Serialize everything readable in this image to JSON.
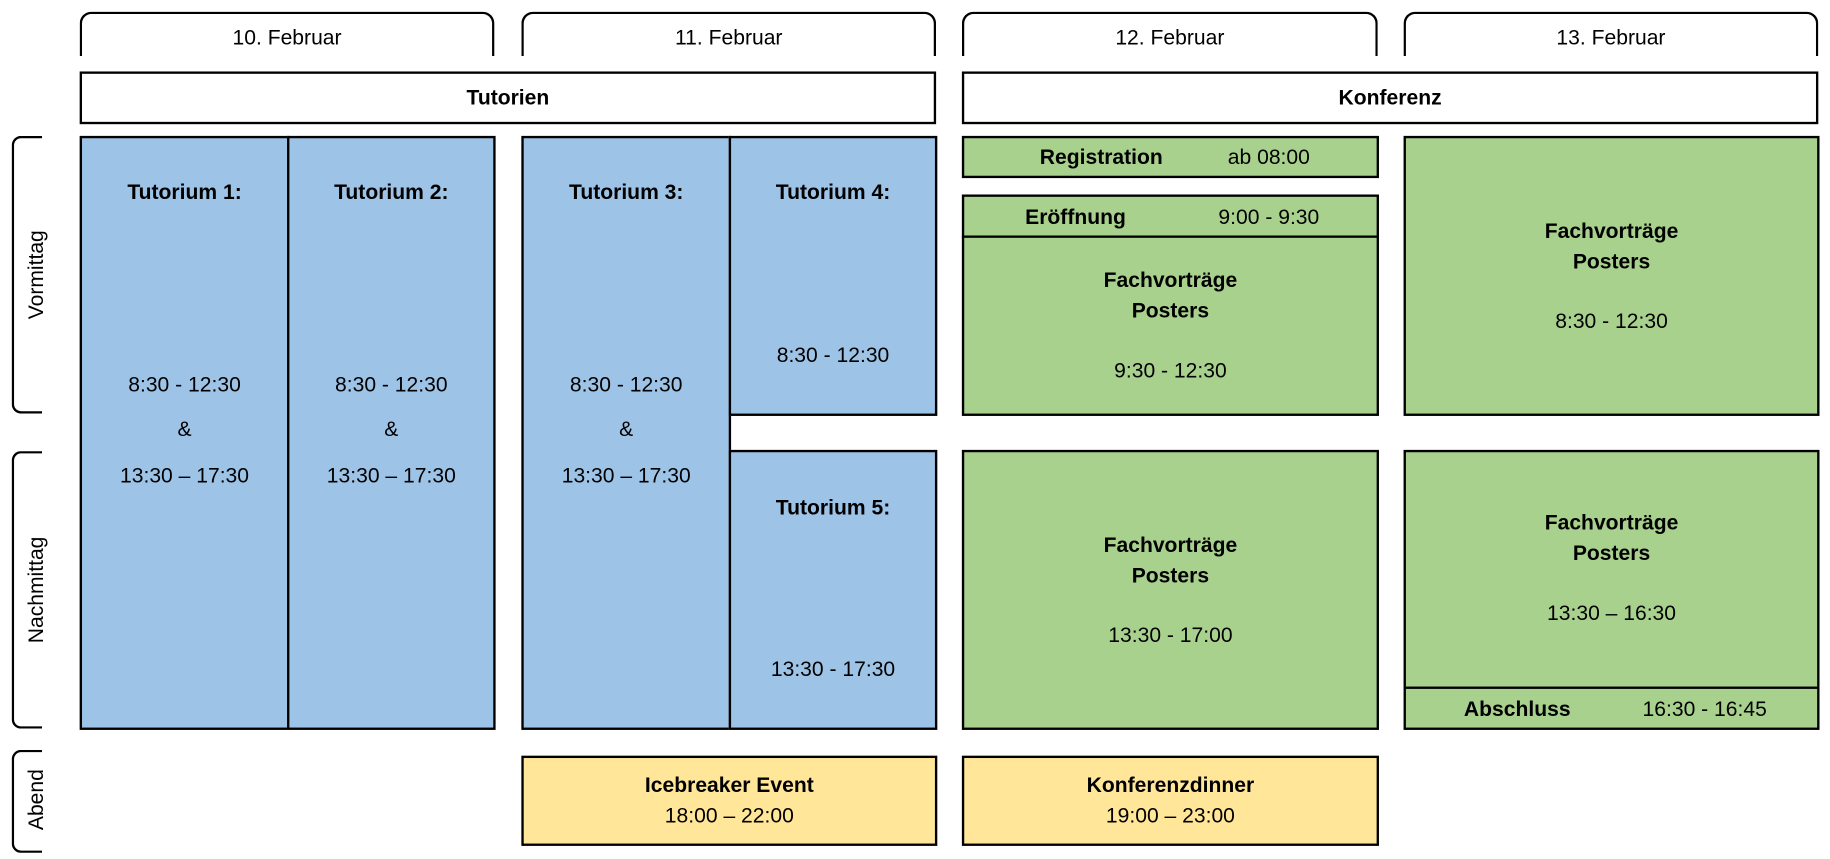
{
  "days": [
    "10. Februar",
    "11. Februar",
    "12. Februar",
    "13. Februar"
  ],
  "sections": {
    "tutorials": "Tutorien",
    "conference": "Konferenz"
  },
  "periods": {
    "morning": "Vormittag",
    "afternoon": "Nachmittag",
    "evening": "Abend"
  },
  "colors": {
    "tutorial": "#9DC3E6",
    "conference": "#A9D18E",
    "evening": "#FFE699"
  },
  "tutorials": {
    "t1": {
      "title": "Tutorium 1:",
      "time1": "8:30 - 12:30",
      "amp": "&",
      "time2": "13:30 – 17:30"
    },
    "t2": {
      "title": "Tutorium 2:",
      "time1": "8:30 - 12:30",
      "amp": "&",
      "time2": "13:30 – 17:30"
    },
    "t3": {
      "title": "Tutorium 3:",
      "time1": "8:30 - 12:30",
      "amp": "&",
      "time2": "13:30 – 17:30"
    },
    "t4": {
      "title": "Tutorium 4:",
      "time": "8:30 - 12:30"
    },
    "t5": {
      "title": "Tutorium 5:",
      "time": "13:30 - 17:30"
    }
  },
  "conference": {
    "registration": {
      "label": "Registration",
      "time": "ab 08:00"
    },
    "opening": {
      "label": "Eröffnung",
      "time": "9:00 - 9:30"
    },
    "d12_morning": {
      "line1": "Fachvorträge",
      "line2": "Posters",
      "time": "9:30 - 12:30"
    },
    "d13_morning": {
      "line1": "Fachvorträge",
      "line2": "Posters",
      "time": "8:30 - 12:30"
    },
    "d12_afternoon": {
      "line1": "Fachvorträge",
      "line2": "Posters",
      "time": "13:30 - 17:00"
    },
    "d13_afternoon": {
      "line1": "Fachvorträge",
      "line2": "Posters",
      "time": "13:30 – 16:30"
    },
    "closing": {
      "label": "Abschluss",
      "time": "16:30 - 16:45"
    }
  },
  "evening": {
    "icebreaker": {
      "title": "Icebreaker Event",
      "time": "18:00 – 22:00"
    },
    "dinner": {
      "title": "Konferenzdinner",
      "time": "19:00 – 23:00"
    }
  }
}
